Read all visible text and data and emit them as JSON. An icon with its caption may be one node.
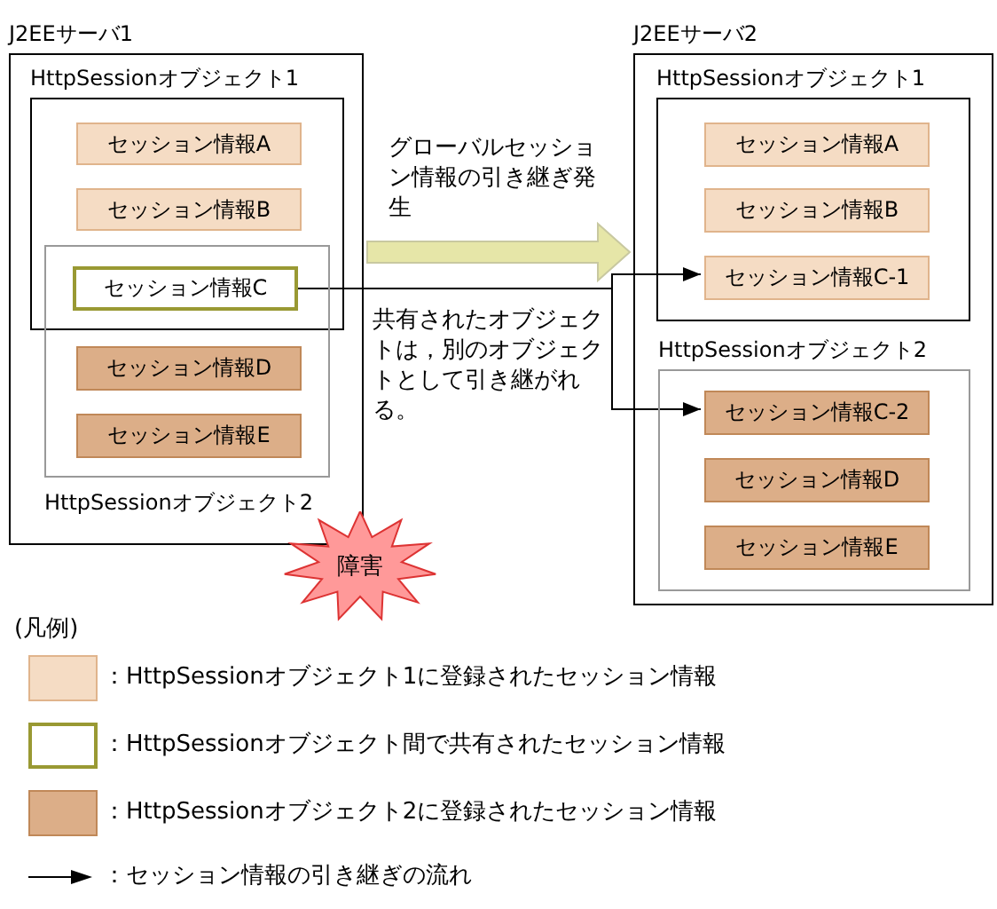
{
  "diagram": {
    "nodes": [
      {
        "text": [
          "J2EEサーバ1"
        ]
      },
      {
        "text": [
          "HttpSessionオブジェクト1"
        ],
        "in": 0
      },
      {
        "text": [
          "セッション情報A"
        ],
        "in": 1
      },
      {
        "text": [
          "セッション情報B"
        ],
        "in": 1
      },
      {
        "text": [
          "HttpSessionオブジェクト2"
        ],
        "in": 0
      },
      {
        "text": [
          "セッション情報C"
        ]
      },
      {
        "text": [
          "セッション情報D"
        ],
        "in": 4
      },
      {
        "text": [
          "セッション情報E"
        ],
        "in": 4
      },
      {
        "text": [
          "障害"
        ]
      },
      {
        "text": [
          "J2EEサーバ2"
        ]
      },
      {
        "text": [
          "HttpSessionオブジェクト1"
        ],
        "in": 9
      },
      {
        "text": [
          "セッション情報A"
        ],
        "in": 10
      },
      {
        "text": [
          "セッション情報B"
        ],
        "in": 10
      },
      {
        "text": [
          "セッション情報C-1"
        ],
        "in": 10
      },
      {
        "text": [
          "HttpSessionオブジェクト2"
        ],
        "in": 9
      },
      {
        "text": [
          "セッション情報C-2"
        ],
        "in": 14
      },
      {
        "text": [
          "セッション情報D"
        ],
        "in": 14
      },
      {
        "text": [
          "セッション情報E"
        ],
        "in": 14
      }
    ],
    "edges": [
      {
        "from": 0,
        "to": 9,
        "arrow": "to",
        "label": "グローバルセッション情報の引き継ぎ発生",
        "style": "thick",
        "color": "#e6e6a8"
      },
      {
        "from": 5,
        "to": 13,
        "arrow": "to"
      },
      {
        "from": 5,
        "to": 15,
        "arrow": "to"
      }
    ],
    "labels": [
      "共有されたオブジェクトは，別のオブジェクトとして引き継がれる。",
      "(凡例)"
    ],
    "legend": [
      {
        "text": "：HttpSessionオブジェクト1に登録されたセッション情報",
        "color": "#f5dcc4"
      },
      {
        "text": "：HttpSessionオブジェクト間で共有されたセッション情報"
      },
      {
        "text": "：HttpSessionオブジェクト2に登録されたセッション情報",
        "color": "#dcae88"
      },
      {
        "text": "：セッション情報の引き継ぎの流れ"
      }
    ]
  }
}
